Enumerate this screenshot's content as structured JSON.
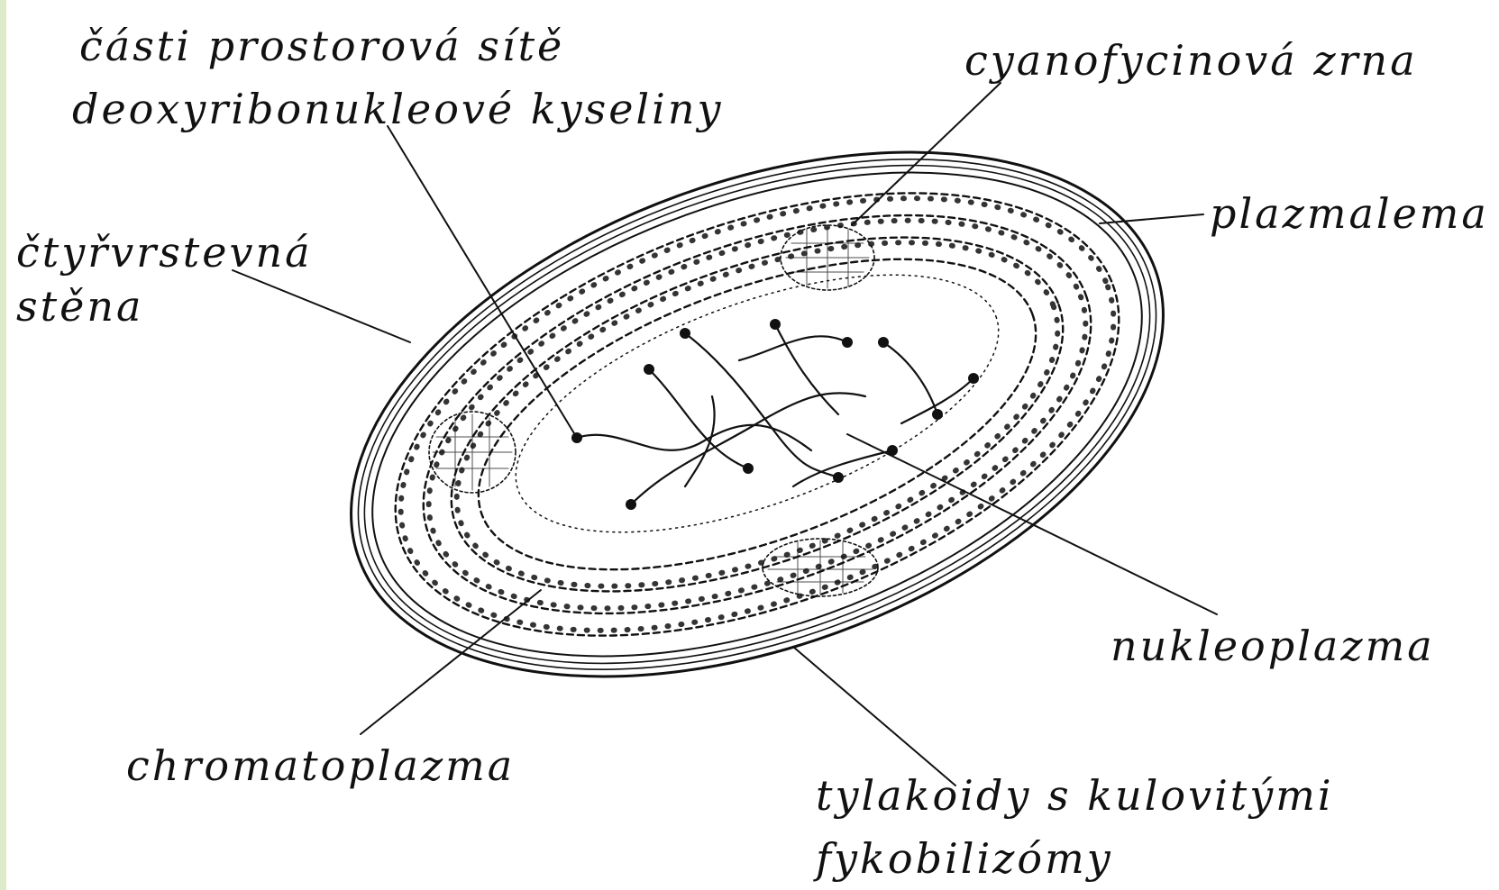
{
  "labels": {
    "dna_line1": "části prostorová sítě",
    "dna_line2": "deoxyribonukleové kyseliny",
    "cyanophycin": "cyanofycinová zrna",
    "plasmalemma": "plazmalema",
    "wall_line1": "čtyřvrstevná",
    "wall_line2": "stěna",
    "nucleoplasm": "nukleoplazma",
    "chromatoplasm": "chromatoplazma",
    "thylakoid_line1": "tylakoidy s kulovitými",
    "thylakoid_line2": "fykobilizómy"
  },
  "colors": {
    "ink": "#111111",
    "background": "#ffffff",
    "left_strip": "#dcebc8"
  }
}
